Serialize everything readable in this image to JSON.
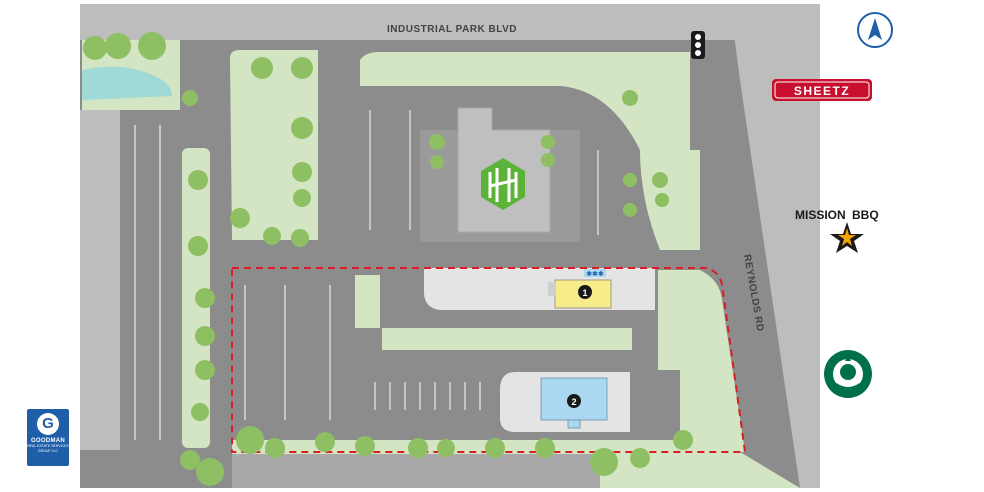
{
  "map": {
    "roads": {
      "north": "INDUSTRIAL PARK BLVD",
      "east": "REYNOLDS RD"
    },
    "parcels": [
      {
        "marker": "1",
        "label": "1"
      },
      {
        "marker": "2",
        "label": "2"
      }
    ],
    "compass": {
      "icon": "north-arrow-icon"
    },
    "tenants": [
      {
        "name": "SHEETZ",
        "color": "#c8102e",
        "icon": "sheetz-logo"
      },
      {
        "name": "MISSION",
        "name2": "BBQ",
        "color": "#1a1a1a",
        "accent": "#f5a300",
        "icon": "mission-bbq-logo"
      },
      {
        "name": "starbucks",
        "color": "#00704a",
        "icon": "starbucks-siren-logo"
      }
    ],
    "broker": {
      "line1": "GOODMAN",
      "line2": "REAL ESTATE SERVICES",
      "line3": "GROUP LLC",
      "letter": "G",
      "color": "#1f5ea8"
    },
    "colors": {
      "road": "#b9b9b9",
      "parking": "#8c8c8c",
      "grass": "#d4e5c4",
      "tree": "#8fbf63",
      "building": "#bfbfbf",
      "water": "#9fdad7",
      "boundary": "#d91e26",
      "bank_logo": "#5bb33a",
      "pad1": "#f6ec8a",
      "pad2": "#a9d8f0"
    }
  }
}
